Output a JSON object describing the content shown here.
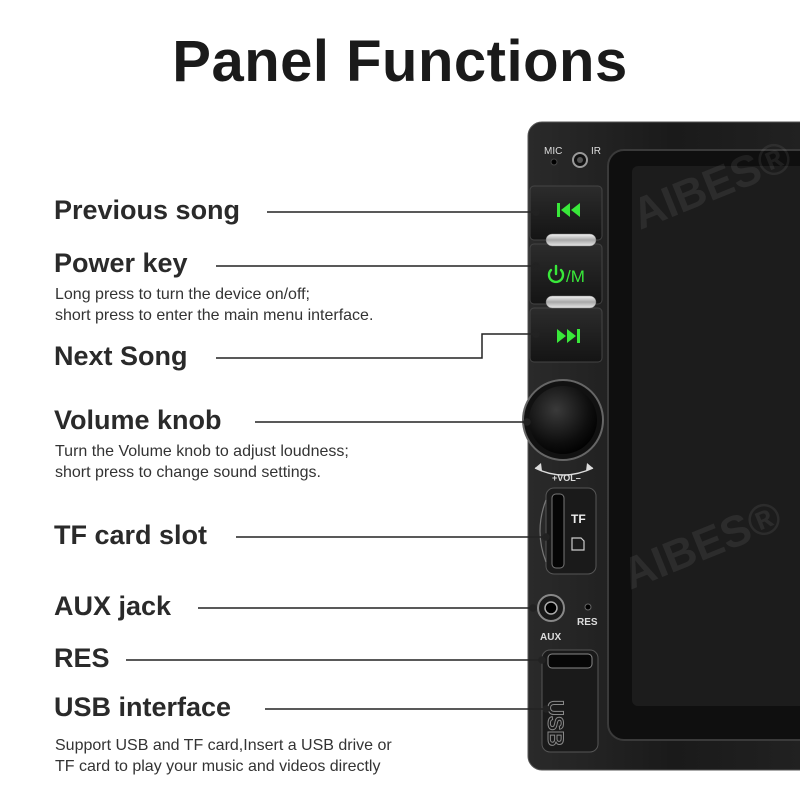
{
  "title": "Panel Functions",
  "watermark": "AIBES®",
  "panel_labels": {
    "mic": "MIC",
    "ir": "IR",
    "power_mode": "/M",
    "vol": "+VOL–",
    "tf": "TF",
    "aux": "AUX",
    "res": "RES",
    "usb": "USB"
  },
  "items": {
    "previous_song": {
      "label": "Previous song"
    },
    "power_key": {
      "label": "Power key",
      "desc": [
        "Long press to turn the device on/off;",
        "short press to enter the main menu interface."
      ]
    },
    "next_song": {
      "label": "Next Song"
    },
    "volume_knob": {
      "label": "Volume knob",
      "desc": [
        "Turn the Volume knob to adjust loudness;",
        "short press to change sound settings."
      ]
    },
    "tf_card_slot": {
      "label": "TF card slot"
    },
    "aux_jack": {
      "label": "AUX jack"
    },
    "res": {
      "label": "RES"
    },
    "usb_interface": {
      "label": "USB interface",
      "desc": [
        "Support USB and TF card,Insert a USB drive or",
        "TF card to play your music and videos directly"
      ]
    }
  },
  "colors": {
    "button_glow": "#39e83a",
    "frame": "#1b1b1b",
    "screen": "#151515"
  }
}
